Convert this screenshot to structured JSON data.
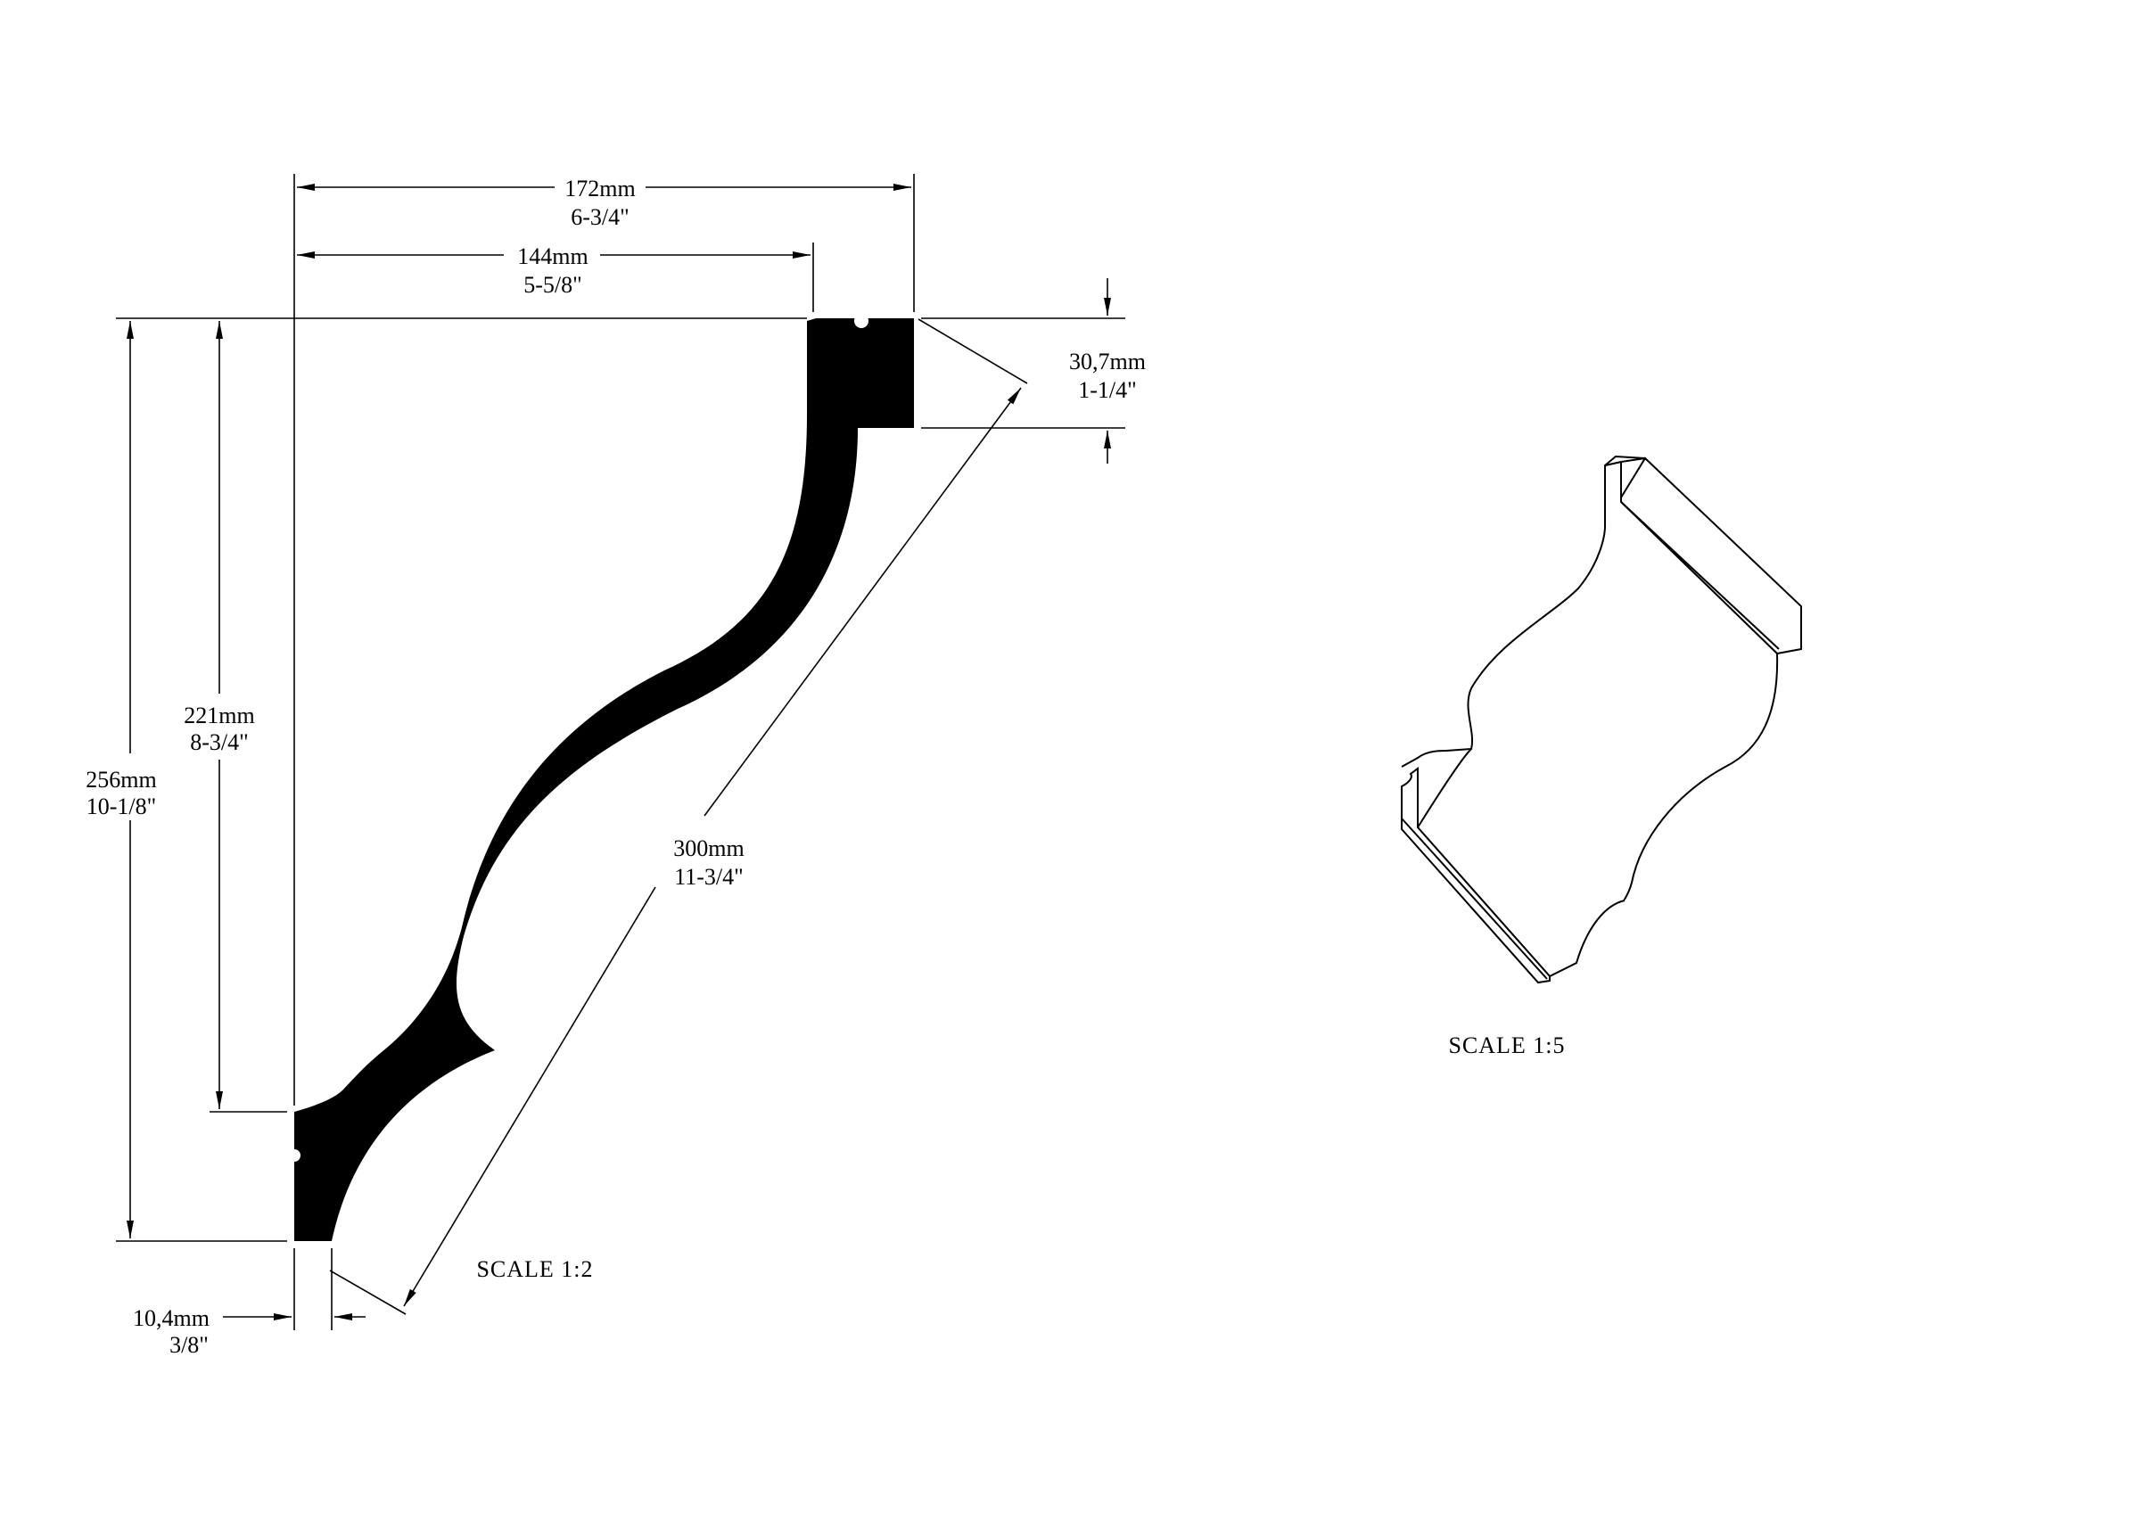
{
  "dimensions": {
    "width_overall": {
      "mm": "172mm",
      "inch": "6-3/4\""
    },
    "width_inner": {
      "mm": "144mm",
      "inch": "5-5/8\""
    },
    "top_block": {
      "mm": "30,7mm",
      "inch": "1-1/4\""
    },
    "height_overall": {
      "mm": "256mm",
      "inch": "10-1/8\""
    },
    "height_inner": {
      "mm": "221mm",
      "inch": "8-3/4\""
    },
    "diagonal": {
      "mm": "300mm",
      "inch": "11-3/4\""
    },
    "thickness": {
      "mm": "10,4mm",
      "inch": "3/8\""
    }
  },
  "scales": {
    "profile": "SCALE  1:2",
    "isometric": "SCALE  1:5"
  }
}
